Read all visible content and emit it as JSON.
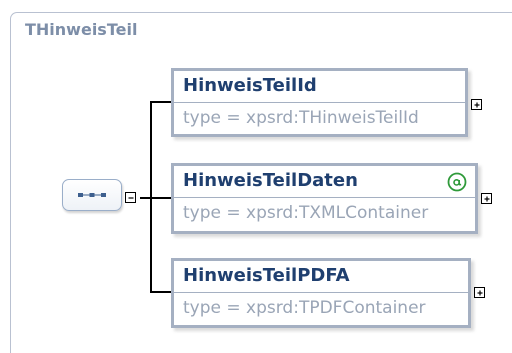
{
  "diagram": {
    "title": "THinweisTeil",
    "sequence": {
      "icon": "sequence-compositor-icon"
    },
    "elements": [
      {
        "name": "HinweisTeilId",
        "type": "type = xpsrd:THinweisTeilId",
        "has_attributes": false
      },
      {
        "name": "HinweisTeilDaten",
        "type": "type = xpsrd:TXMLContainer",
        "has_attributes": true,
        "attribute_icon": "attribute-at-icon"
      },
      {
        "name": "HinweisTeilPDFA",
        "type": "type = xpsrd:TPDFContainer",
        "has_attributes": false
      }
    ],
    "colors": {
      "title": "#7d8ea8",
      "element_border": "#a5b0c2",
      "element_name": "#1f3f6f",
      "element_type": "#9aa5b6",
      "attribute_icon": "#2f9a3a"
    }
  }
}
